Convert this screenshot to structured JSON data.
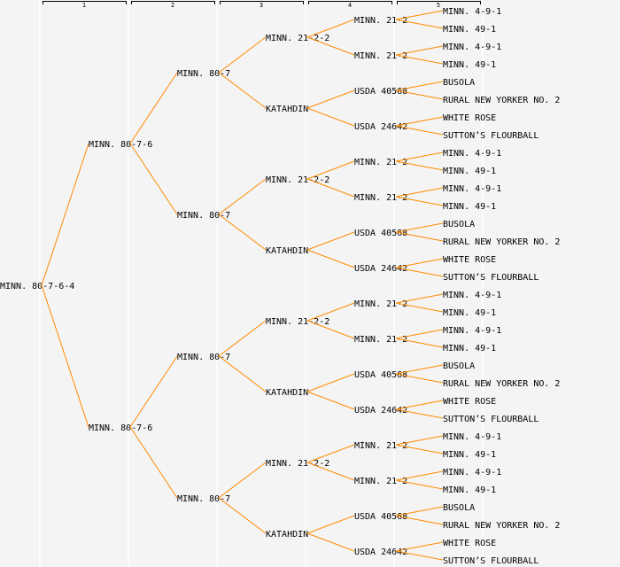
{
  "columns": [
    "1",
    "2",
    "3",
    "4",
    "5"
  ],
  "colors": {
    "edge": "#ff8a00",
    "background": "#f4f4f4",
    "separator": "#ffffff"
  },
  "tree": {
    "label": "MINN. 80-7-6-4",
    "children": [
      {
        "label": "MINN. 80-7-6",
        "children": [
          {
            "label": "MINN. 80-7",
            "children": [
              {
                "label": "MINN. 21-2-2",
                "children": [
                  {
                    "label": "MINN. 21-2",
                    "children": [
                      {
                        "label": "MINN. 4-9-1"
                      },
                      {
                        "label": "MINN. 49-1"
                      }
                    ]
                  },
                  {
                    "label": "MINN. 21-2",
                    "children": [
                      {
                        "label": "MINN. 4-9-1"
                      },
                      {
                        "label": "MINN. 49-1"
                      }
                    ]
                  }
                ]
              },
              {
                "label": "KATAHDIN",
                "children": [
                  {
                    "label": "USDA 40568",
                    "children": [
                      {
                        "label": "BUSOLA"
                      },
                      {
                        "label": "RURAL NEW YORKER NO. 2"
                      }
                    ]
                  },
                  {
                    "label": "USDA 24642",
                    "children": [
                      {
                        "label": "WHITE ROSE"
                      },
                      {
                        "label": "SUTTON’S FLOURBALL"
                      }
                    ]
                  }
                ]
              }
            ]
          },
          {
            "label": "MINN. 80-7",
            "children": [
              {
                "label": "MINN. 21-2-2",
                "children": [
                  {
                    "label": "MINN. 21-2",
                    "children": [
                      {
                        "label": "MINN. 4-9-1"
                      },
                      {
                        "label": "MINN. 49-1"
                      }
                    ]
                  },
                  {
                    "label": "MINN. 21-2",
                    "children": [
                      {
                        "label": "MINN. 4-9-1"
                      },
                      {
                        "label": "MINN. 49-1"
                      }
                    ]
                  }
                ]
              },
              {
                "label": "KATAHDIN",
                "children": [
                  {
                    "label": "USDA 40568",
                    "children": [
                      {
                        "label": "BUSOLA"
                      },
                      {
                        "label": "RURAL NEW YORKER NO. 2"
                      }
                    ]
                  },
                  {
                    "label": "USDA 24642",
                    "children": [
                      {
                        "label": "WHITE ROSE"
                      },
                      {
                        "label": "SUTTON’S FLOURBALL"
                      }
                    ]
                  }
                ]
              }
            ]
          }
        ]
      },
      {
        "label": "MINN. 80-7-6",
        "children": [
          {
            "label": "MINN. 80-7",
            "children": [
              {
                "label": "MINN. 21-2-2",
                "children": [
                  {
                    "label": "MINN. 21-2",
                    "children": [
                      {
                        "label": "MINN. 4-9-1"
                      },
                      {
                        "label": "MINN. 49-1"
                      }
                    ]
                  },
                  {
                    "label": "MINN. 21-2",
                    "children": [
                      {
                        "label": "MINN. 4-9-1"
                      },
                      {
                        "label": "MINN. 49-1"
                      }
                    ]
                  }
                ]
              },
              {
                "label": "KATAHDIN",
                "children": [
                  {
                    "label": "USDA 40568",
                    "children": [
                      {
                        "label": "BUSOLA"
                      },
                      {
                        "label": "RURAL NEW YORKER NO. 2"
                      }
                    ]
                  },
                  {
                    "label": "USDA 24642",
                    "children": [
                      {
                        "label": "WHITE ROSE"
                      },
                      {
                        "label": "SUTTON’S FLOURBALL"
                      }
                    ]
                  }
                ]
              }
            ]
          },
          {
            "label": "MINN. 80-7",
            "children": [
              {
                "label": "MINN. 21-2-2",
                "children": [
                  {
                    "label": "MINN. 21-2",
                    "children": [
                      {
                        "label": "MINN. 4-9-1"
                      },
                      {
                        "label": "MINN. 49-1"
                      }
                    ]
                  },
                  {
                    "label": "MINN. 21-2",
                    "children": [
                      {
                        "label": "MINN. 4-9-1"
                      },
                      {
                        "label": "MINN. 49-1"
                      }
                    ]
                  }
                ]
              },
              {
                "label": "KATAHDIN",
                "children": [
                  {
                    "label": "USDA 40568",
                    "children": [
                      {
                        "label": "BUSOLA"
                      },
                      {
                        "label": "RURAL NEW YORKER NO. 2"
                      }
                    ]
                  },
                  {
                    "label": "USDA 24642",
                    "children": [
                      {
                        "label": "WHITE ROSE"
                      },
                      {
                        "label": "SUTTON’S FLOURBALL"
                      }
                    ]
                  }
                ]
              }
            ]
          }
        ]
      }
    ]
  }
}
